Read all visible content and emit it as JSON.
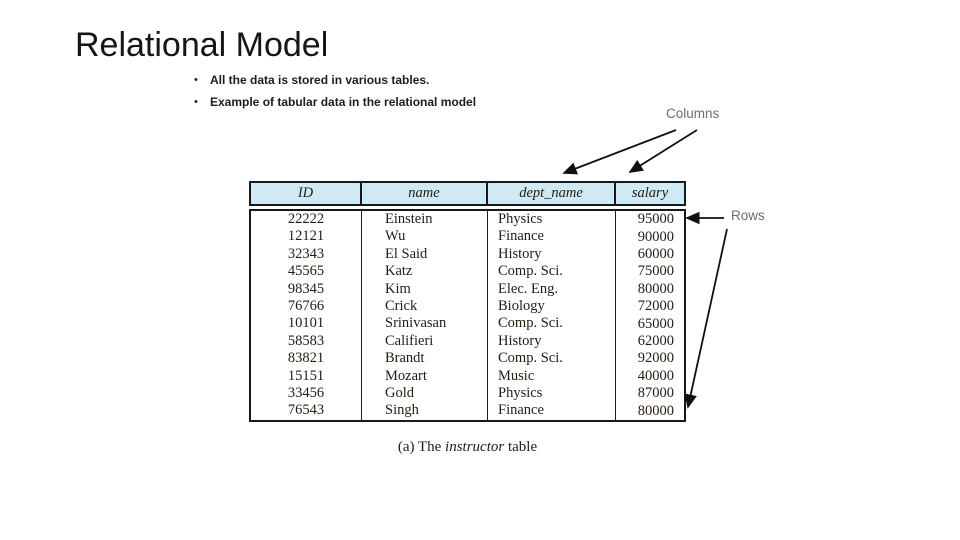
{
  "slide": {
    "title": "Relational Model",
    "bullets": [
      "All the data is stored in various tables.",
      "Example of tabular data in the relational model"
    ]
  },
  "annotations": {
    "columns_label": "Columns",
    "rows_label": "Rows"
  },
  "figure": {
    "caption": {
      "prefix": "(a) The ",
      "table_name": "instructor",
      "suffix": " table"
    },
    "header_bg": "#cfe9f5",
    "table": {
      "columns": [
        "ID",
        "name",
        "dept_name",
        "salary"
      ],
      "rows": [
        [
          "22222",
          "Einstein",
          "Physics",
          "95000"
        ],
        [
          "12121",
          "Wu",
          "Finance",
          "90000"
        ],
        [
          "32343",
          "El Said",
          "History",
          "60000"
        ],
        [
          "45565",
          "Katz",
          "Comp. Sci.",
          "75000"
        ],
        [
          "98345",
          "Kim",
          "Elec. Eng.",
          "80000"
        ],
        [
          "76766",
          "Crick",
          "Biology",
          "72000"
        ],
        [
          "10101",
          "Srinivasan",
          "Comp. Sci.",
          "65000"
        ],
        [
          "58583",
          "Califieri",
          "History",
          "62000"
        ],
        [
          "83821",
          "Brandt",
          "Comp. Sci.",
          "92000"
        ],
        [
          "15151",
          "Mozart",
          "Music",
          "40000"
        ],
        [
          "33456",
          "Gold",
          "Physics",
          "87000"
        ],
        [
          "76543",
          "Singh",
          "Finance",
          "80000"
        ]
      ]
    }
  }
}
